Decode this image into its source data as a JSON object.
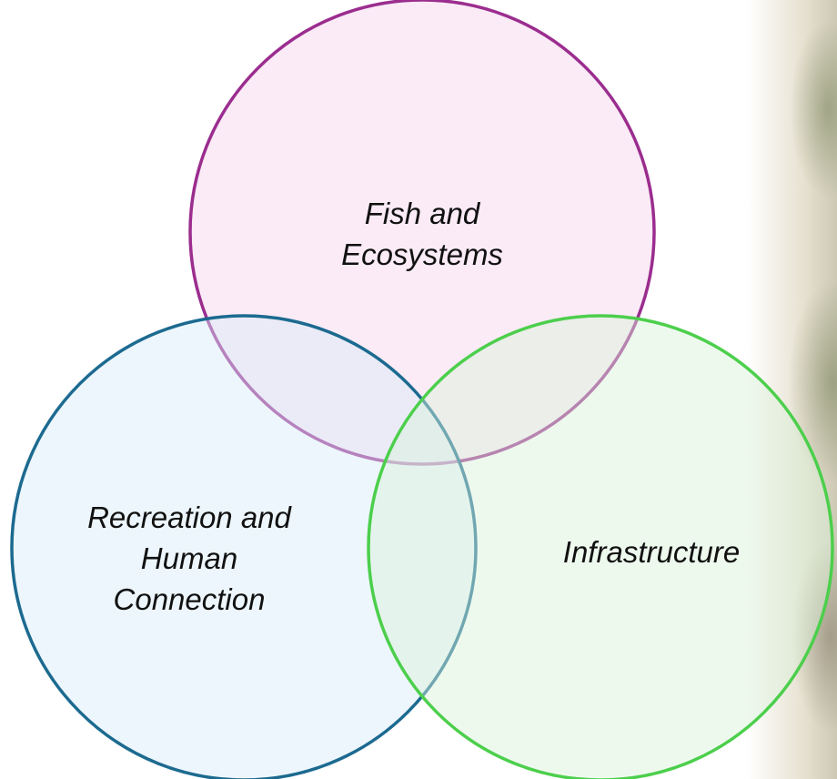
{
  "circles": [
    {
      "id": "fish",
      "lines": [
        "Fish and",
        "Ecosystems"
      ],
      "stroke": "#9b2d8f",
      "fill": "#f5d3ec"
    },
    {
      "id": "recreation",
      "lines": [
        "Recreation and",
        "Human",
        "Connection"
      ],
      "stroke": "#1c6a90",
      "fill": "#d6ebf8"
    },
    {
      "id": "infrastructure",
      "lines": [
        "Infrastructure"
      ],
      "stroke": "#4ccf4c",
      "fill": "#d9f1d9"
    }
  ]
}
